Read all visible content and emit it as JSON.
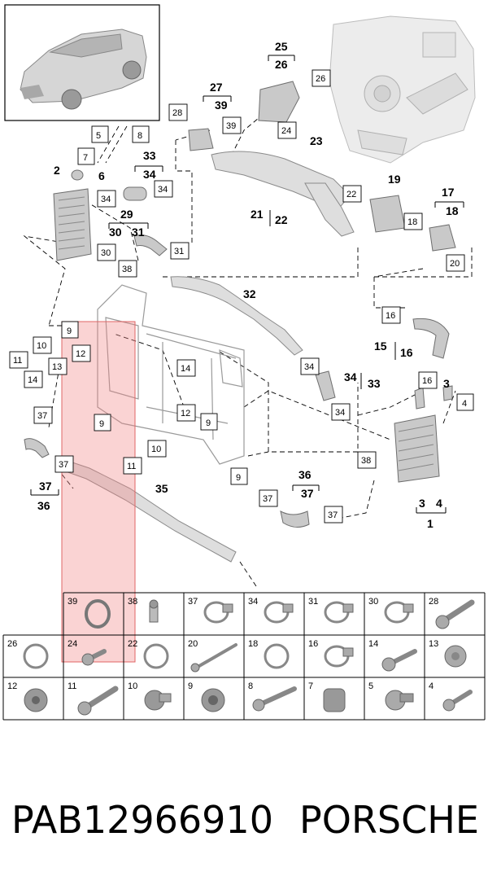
{
  "callouts": {
    "n2": "2",
    "n3": "3",
    "n4": "4",
    "n5": "5",
    "n6": "6",
    "n7": "7",
    "n8": "8",
    "n9": "9",
    "n10": "10",
    "n11": "11",
    "n12": "12",
    "n13": "13",
    "n14": "14",
    "n15": "15",
    "n16": "16",
    "n17": "17",
    "n18": "18",
    "n19": "19",
    "n20": "20",
    "n21": "21",
    "n22": "22",
    "n23": "23",
    "n24": "24",
    "n25": "25",
    "n26": "26",
    "n27": "27",
    "n28": "28",
    "n29": "29",
    "n30": "30",
    "n31": "31",
    "n32": "32",
    "n33": "33",
    "n34": "34",
    "n35": "35",
    "n36": "36",
    "n37": "37",
    "n38": "38",
    "n39": "39",
    "n1": "1"
  },
  "legend": {
    "row1": [
      "39",
      "38",
      "37",
      "34",
      "31",
      "30",
      "28"
    ],
    "row2": [
      "26",
      "24",
      "22",
      "20",
      "18",
      "16",
      "14",
      "13"
    ],
    "row3": [
      "12",
      "11",
      "10",
      "9",
      "8",
      "7",
      "5",
      "4"
    ]
  },
  "highlight_color": "#f08080",
  "footer": {
    "part_number": "PAB12966910",
    "brand": "PORSCHE"
  }
}
